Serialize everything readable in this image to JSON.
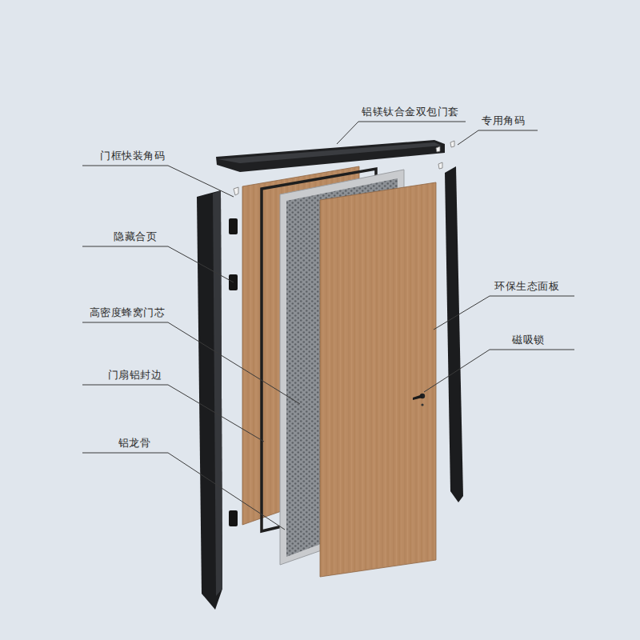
{
  "diagram": {
    "labels": [
      "铝镁钛合金双包门套",
      "专用角码",
      "门框快装角码",
      "隐藏合页",
      "高密度蜂窝门芯",
      "环保生态面板",
      "磁吸锁",
      "门扇铝封边",
      "铝龙骨"
    ]
  }
}
